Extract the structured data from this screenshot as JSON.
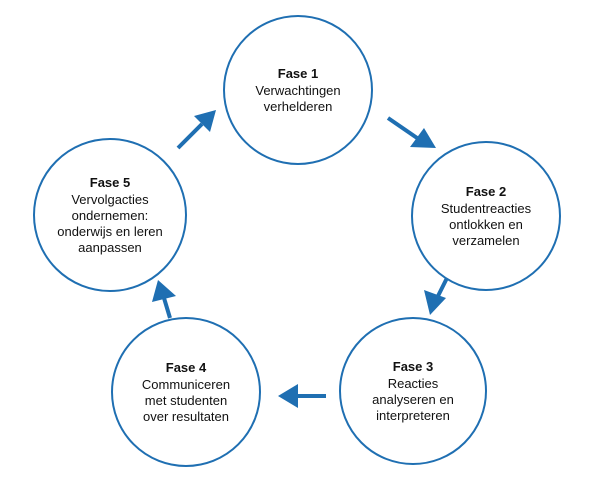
{
  "colors": {
    "circle_stroke": "#1f6fb2",
    "arrow": "#1f6fb2",
    "text": "#111111"
  },
  "phases": [
    {
      "title": "Fase 1",
      "description": "Verwachtingen\nverhelderen"
    },
    {
      "title": "Fase 2",
      "description": "Studentreacties\nontlokken en\nverzamelen"
    },
    {
      "title": "Fase 3",
      "description": "Reacties\nanalyseren en\ninterpreteren"
    },
    {
      "title": "Fase 4",
      "description": "Communiceren\nmet studenten\nover resultaten"
    },
    {
      "title": "Fase 5",
      "description": "Vervolgacties\nondernemen:\nonderwijs en leren\naanpassen"
    }
  ]
}
